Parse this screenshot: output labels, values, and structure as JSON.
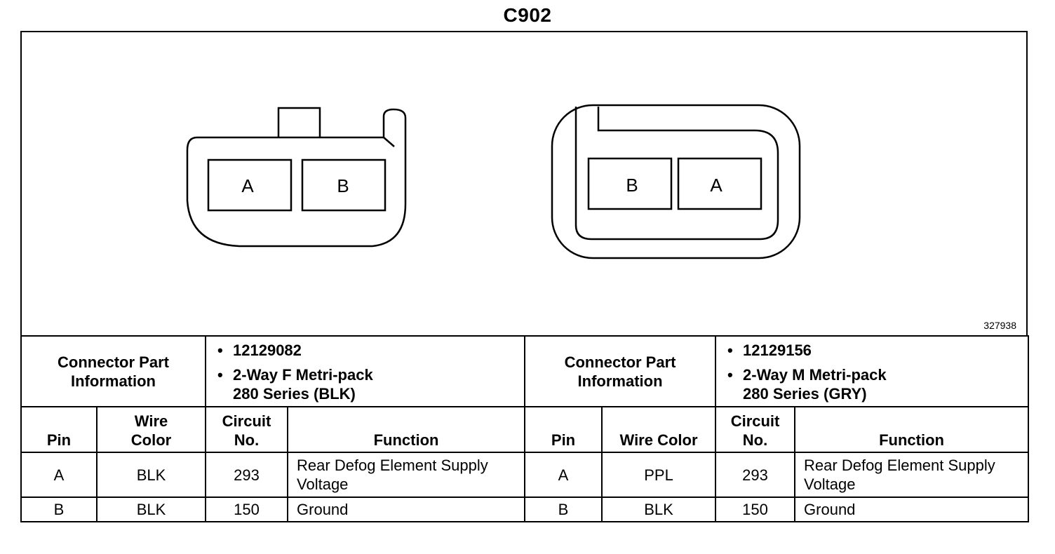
{
  "title": "C902",
  "figure_id": "327938",
  "connector_left": {
    "cavity_left": "A",
    "cavity_right": "B"
  },
  "connector_right": {
    "cavity_left": "B",
    "cavity_right": "A"
  },
  "info": {
    "label_line1": "Connector Part",
    "label_line2": "Information",
    "left_part_no": "12129082",
    "left_desc1": "2-Way F Metri-pack",
    "left_desc2": "280 Series (BLK)",
    "right_part_no": "12129156",
    "right_desc1": "2-Way M Metri-pack",
    "right_desc2": "280 Series (GRY)"
  },
  "headers": {
    "pin": "Pin",
    "wire_color_l1": "Wire",
    "wire_color_l2": "Color",
    "wire_color": "Wire Color",
    "circuit_l1": "Circuit",
    "circuit_l2": "No.",
    "function": "Function"
  },
  "rows_left": [
    {
      "pin": "A",
      "wire": "BLK",
      "circuit": "293",
      "function": "Rear Defog Element Supply Voltage"
    },
    {
      "pin": "B",
      "wire": "BLK",
      "circuit": "150",
      "function": "Ground"
    }
  ],
  "rows_right": [
    {
      "pin": "A",
      "wire": "PPL",
      "circuit": "293",
      "function": "Rear Defog Element Supply Voltage"
    },
    {
      "pin": "B",
      "wire": "BLK",
      "circuit": "150",
      "function": "Ground"
    }
  ]
}
